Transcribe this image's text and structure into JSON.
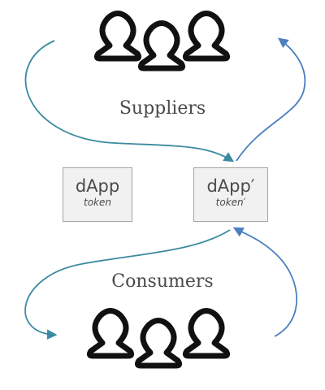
{
  "suppliers": {
    "label": "Suppliers"
  },
  "consumers": {
    "label": "Consumers"
  },
  "boxes": [
    {
      "title": "dApp",
      "subtitle": "token"
    },
    {
      "title": "dApp′",
      "subtitle": "token′"
    }
  ],
  "colors": {
    "teal_arrow": "#3a8aa0",
    "blue_arrow": "#4a7fc0",
    "box_fill": "#f1f1f1",
    "box_border": "#a3a3a3",
    "people": "#111111",
    "text": "#4a4a4a"
  },
  "icons": [
    "people-group-icon"
  ]
}
